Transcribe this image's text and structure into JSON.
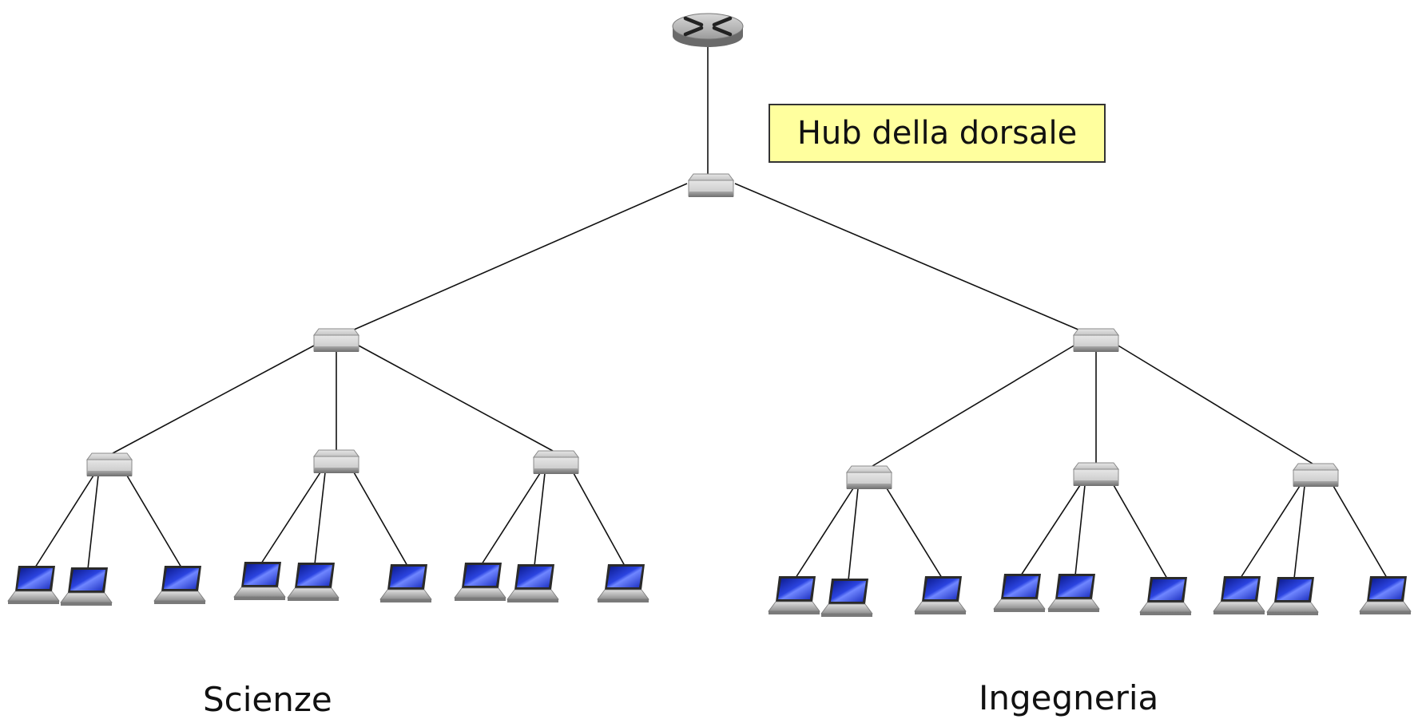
{
  "callout": {
    "text": "Hub della dorsale"
  },
  "departments": [
    {
      "label": "Scienze",
      "groups": 3,
      "hosts_per_group": 3
    },
    {
      "label": "Ingegneria",
      "groups": 3,
      "hosts_per_group": 3
    }
  ],
  "icons": {
    "router": "router-icon",
    "hub": "hub-icon",
    "host": "laptop-icon"
  },
  "colors": {
    "callout_fill": "#ffff9e",
    "laptop_screen": "#1a2dbf",
    "device_gray": "#b9b9b9"
  }
}
